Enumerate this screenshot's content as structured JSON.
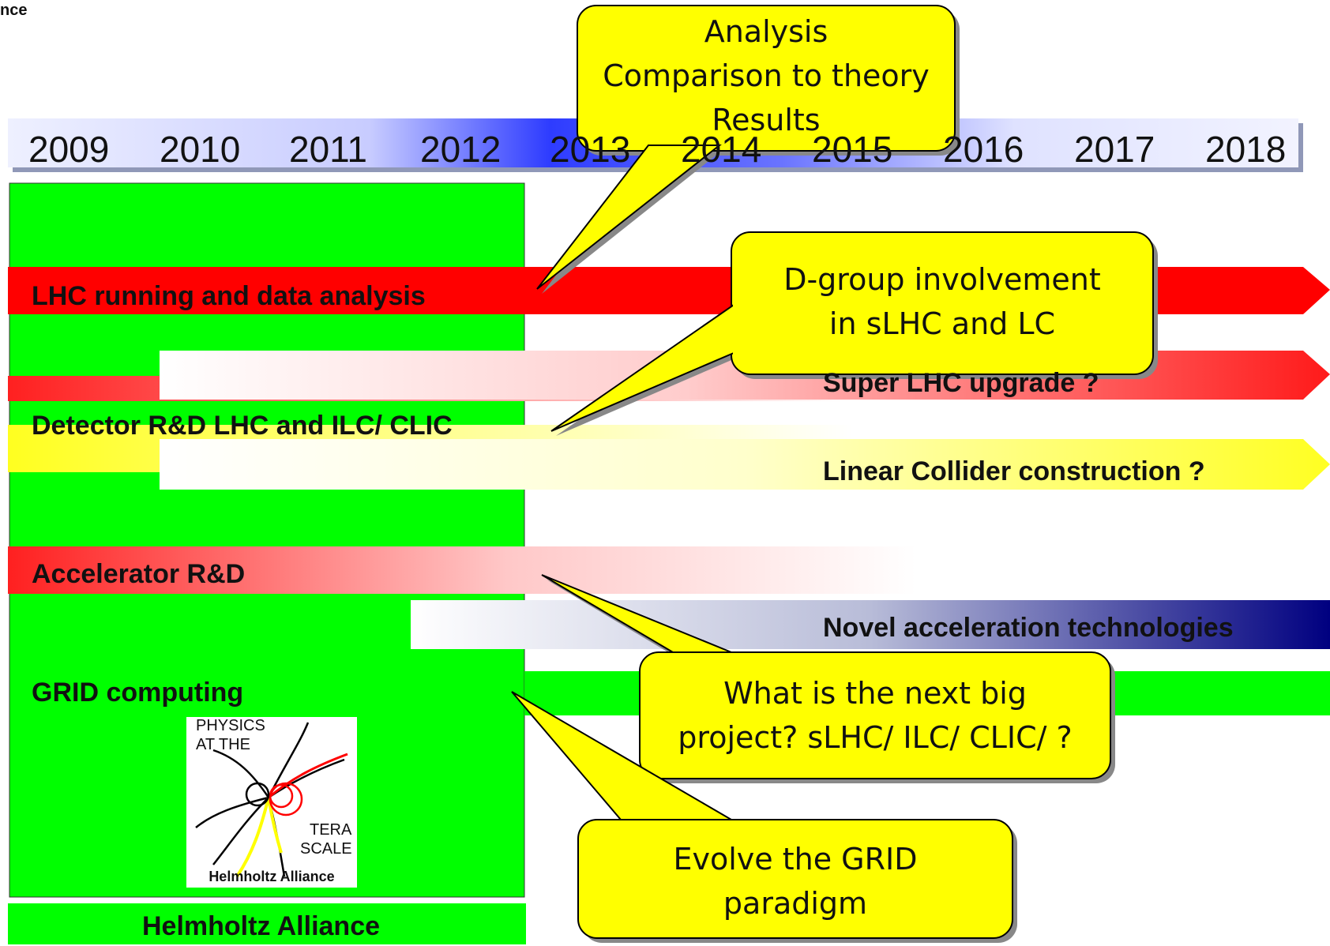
{
  "corner_text": "nce",
  "years": [
    "2009",
    "2010",
    "2011",
    "2012",
    "2013",
    "2014",
    "2015",
    "2016",
    "2017",
    "2018"
  ],
  "bars": {
    "lhc": "LHC running and data analysis",
    "slhc": "Super LHC upgrade ?",
    "detector": "Detector R&D LHC and ILC/ CLIC",
    "linear": "Linear Collider construction ?",
    "accel": "Accelerator R&D",
    "novel": "Novel acceleration technologies",
    "grid": "GRID computing"
  },
  "alliance_label": "Helmholtz Alliance",
  "logo": {
    "line1": "PHYSICS",
    "line2": "AT THE",
    "line3": "TERA",
    "line4": "SCALE",
    "footer": "Helmholtz Alliance"
  },
  "callouts": {
    "analysis": [
      "Analysis",
      "Comparison to theory",
      "Results"
    ],
    "dgroup": [
      "D-group involvement",
      "in sLHC and LC"
    ],
    "next": [
      "What is the next big",
      "project? sLHC/ ILC/ CLIC/ ?"
    ],
    "grid": [
      "Evolve the GRID",
      "paradigm"
    ]
  },
  "colors": {
    "green": "#00ff00",
    "red": "#ff0000",
    "yellow": "#ffff33",
    "navy": "#000080",
    "callout": "#ffff00"
  }
}
